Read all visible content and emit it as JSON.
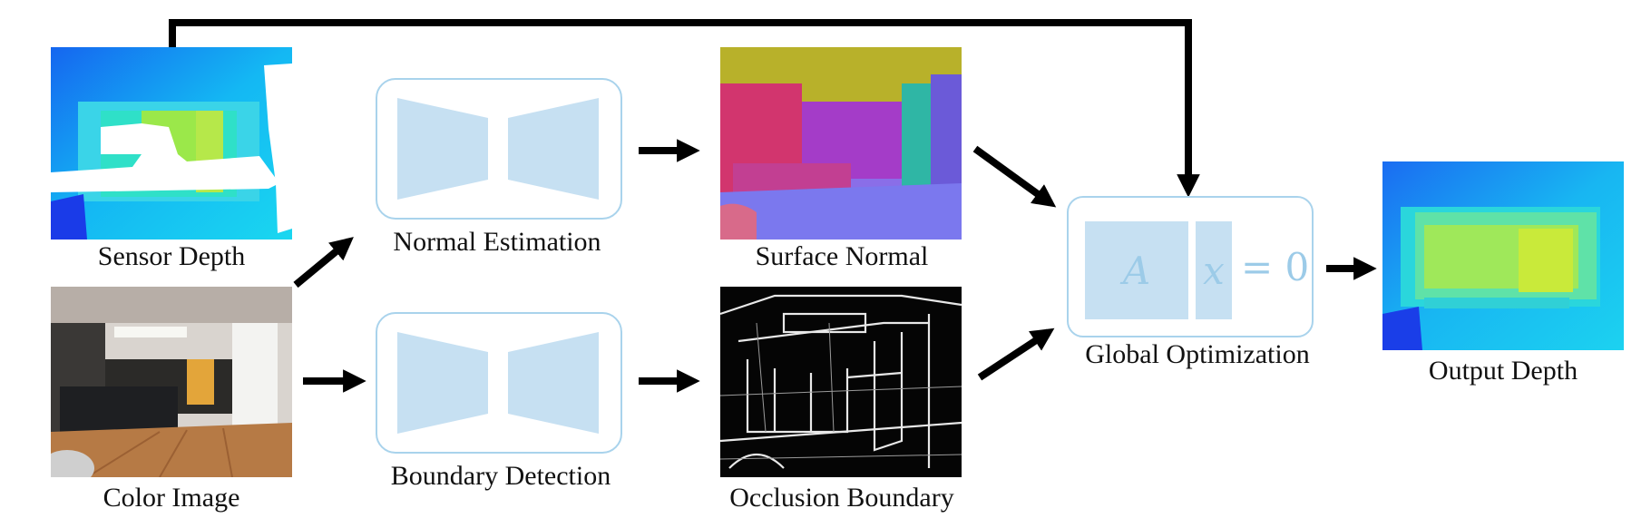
{
  "labels": {
    "sensor_depth": "Sensor Depth",
    "color_image": "Color Image",
    "normal_estimation": "Normal Estimation",
    "boundary_detection": "Boundary Detection",
    "surface_normal": "Surface Normal",
    "occlusion_boundary": "Occlusion Boundary",
    "global_optimization": "Global Optimization",
    "output_depth": "Output Depth"
  },
  "equation": {
    "matrix": "A",
    "vector": "x",
    "rest": "= 0"
  },
  "colors": {
    "network_fill": "#c6e0f2",
    "network_border": "#a9d3ec",
    "arrow": "#000000"
  }
}
